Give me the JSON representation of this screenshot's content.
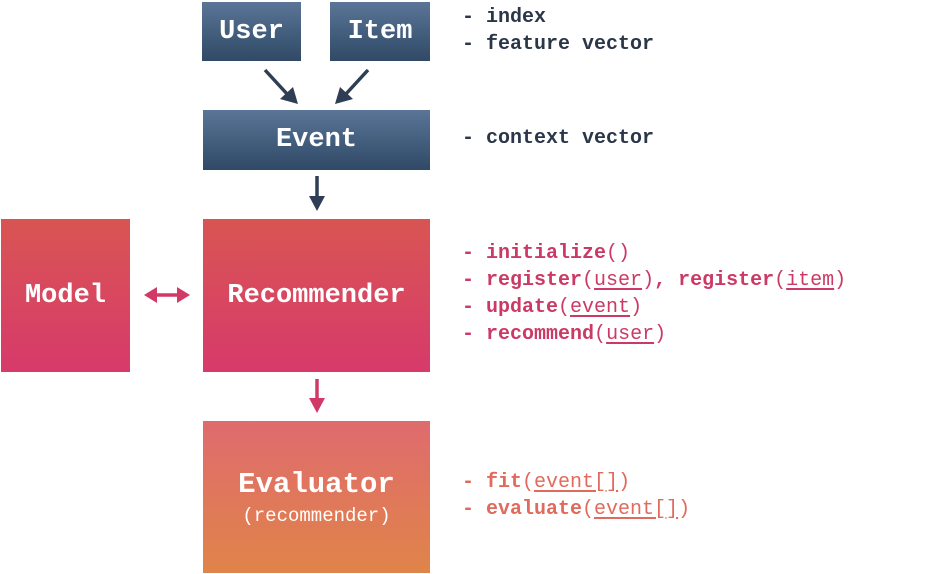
{
  "boxes": {
    "user": "User",
    "item": "Item",
    "event": "Event",
    "model": "Model",
    "recommender": "Recommender",
    "evaluator": "Evaluator",
    "evaluator_sub": "(recommender)"
  },
  "notes": {
    "user_item": [
      "- index",
      "- feature vector"
    ],
    "event": [
      "- context vector"
    ],
    "recommender": [
      {
        "dash": "- ",
        "fn": "initialize",
        "open": "()"
      },
      {
        "dash": "- ",
        "fn": "register",
        "open": "(",
        "arg": "user",
        "close": ")",
        "sep": ", ",
        "fn2": "register",
        "open2": "(",
        "arg2": "item",
        "close2": ")"
      },
      {
        "dash": "- ",
        "fn": "update",
        "open": "(",
        "arg": "event",
        "close": ")"
      },
      {
        "dash": "- ",
        "fn": "recommend",
        "open": "(",
        "arg": "user",
        "close": ")"
      }
    ],
    "evaluator": [
      {
        "dash": "- ",
        "fn": "fit",
        "open": "(",
        "arg": "event[]",
        "close": ")"
      },
      {
        "dash": "- ",
        "fn": "evaluate",
        "open": "(",
        "arg": "event[]",
        "close": ")"
      }
    ]
  },
  "colors": {
    "navy": "#2f4966",
    "red": "#d73a6b",
    "orange": "#e08449",
    "arrow_dark": "#2f3e55",
    "arrow_pink": "#d13a66"
  }
}
